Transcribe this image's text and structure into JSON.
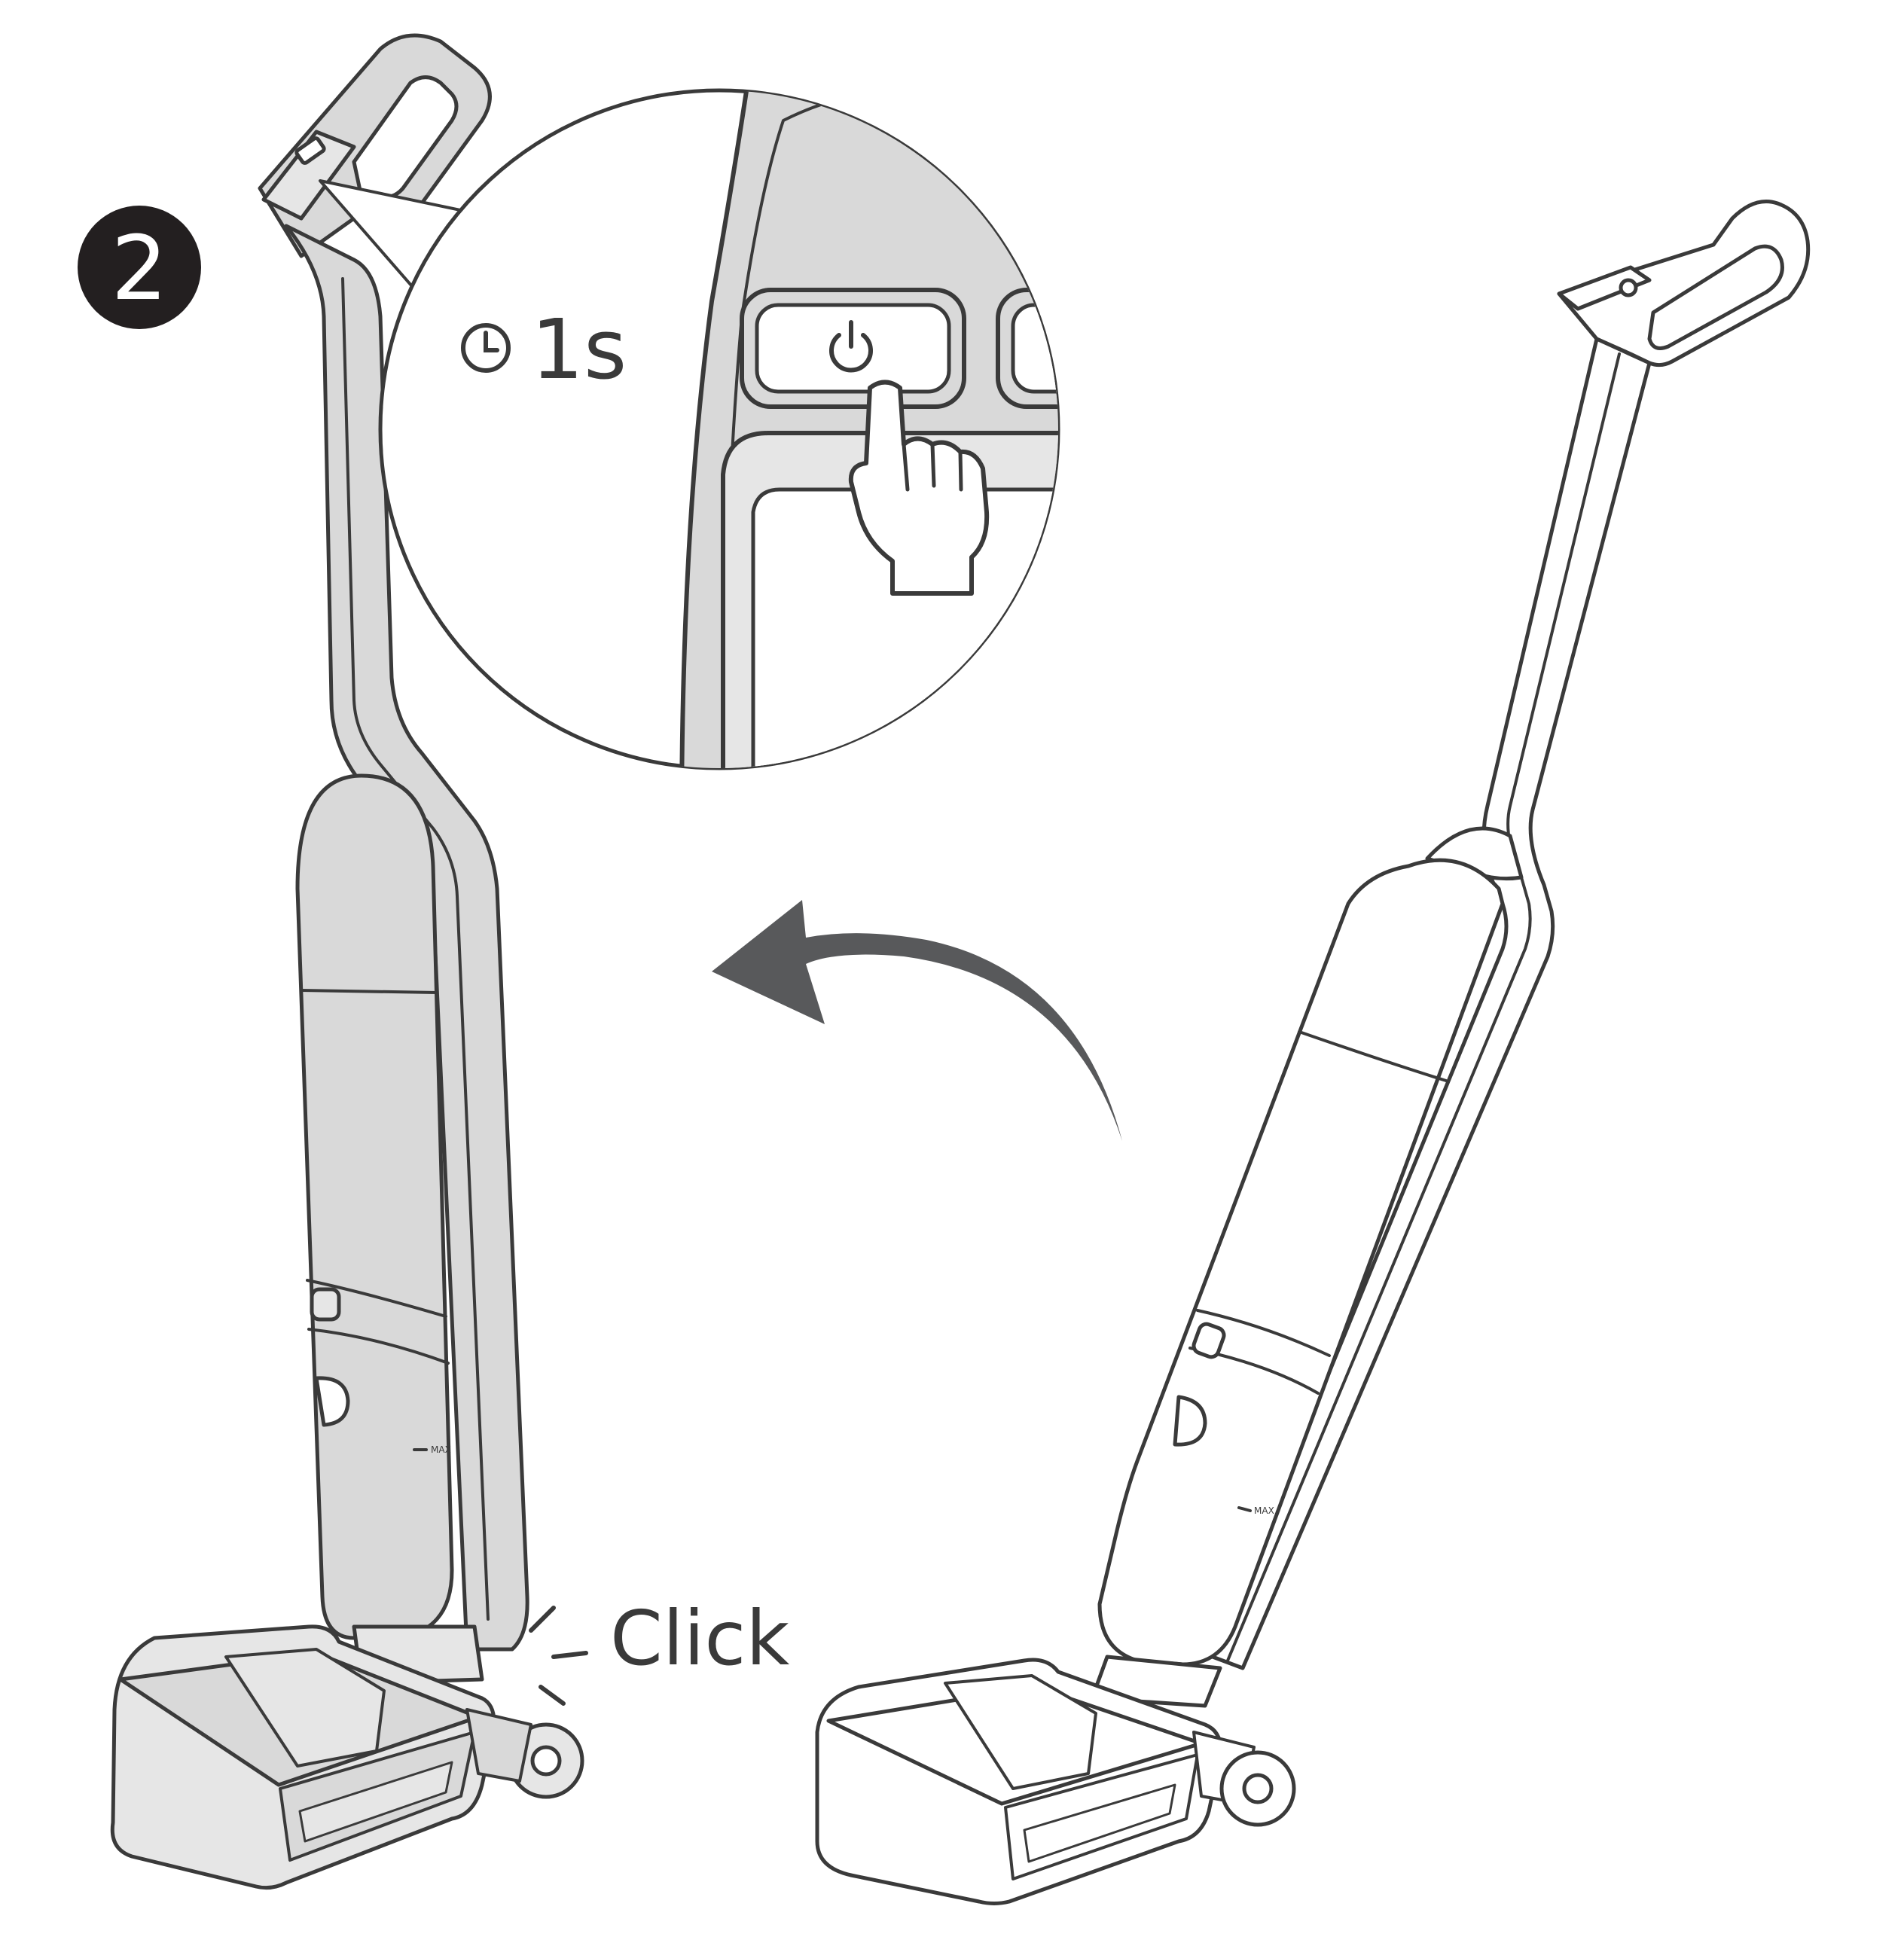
{
  "step": {
    "number": "2"
  },
  "callout": {
    "duration": "1s",
    "power_icon": "power-icon",
    "timer_icon": "clock-icon"
  },
  "sound": {
    "label": "Click"
  },
  "vacuum_upright": {
    "tank_marking": "MAX"
  },
  "vacuum_tilted": {
    "tank_marking": "MAX"
  },
  "colors": {
    "line": "#3a3a3a",
    "gray_fill": "#d9d9d9",
    "light_fill": "#e6e6e6",
    "arrow": "#58595b",
    "badge": "#231f20"
  }
}
